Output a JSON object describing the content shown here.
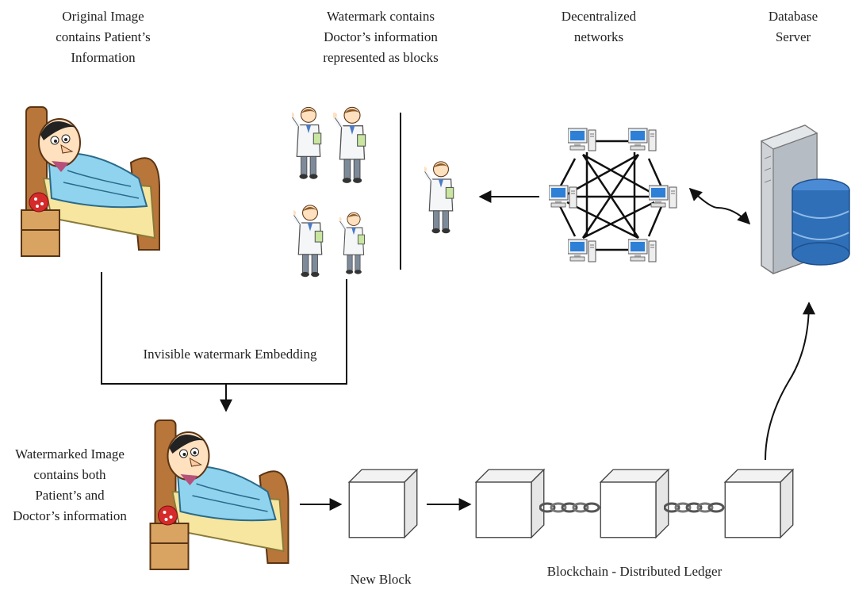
{
  "labels": {
    "original_image": "Original Image\ncontains Patient’s\nInformation",
    "watermark": "Watermark contains\nDoctor’s information\nrepresented as blocks",
    "decentralized": "Decentralized\nnetworks",
    "database": "Database\nServer",
    "embedding": "Invisible watermark Embedding",
    "watermarked": "Watermarked Image\ncontains both\nPatient’s and\nDoctor’s information",
    "new_block": "New Block",
    "blockchain": "Blockchain - Distributed Ledger"
  },
  "colors": {
    "line": "#111111",
    "bed_frame": "#b8763a",
    "blanket": "#8fd3ef",
    "mattress": "#f6e6a0",
    "coat": "#f4f6f8",
    "monitor": "#2e7fd6",
    "server": "#cfd3d8",
    "db": "#2f6fb8",
    "cube_face": "#ffffff",
    "cube_side": "#e6e6e6",
    "chain": "#666666"
  },
  "icons": {
    "patient": "patient-in-bed-icon",
    "doctor": "doctor-icon",
    "computer": "computer-icon",
    "server": "database-server-icon",
    "block": "block-cube-icon",
    "chain": "chain-link-icon"
  }
}
